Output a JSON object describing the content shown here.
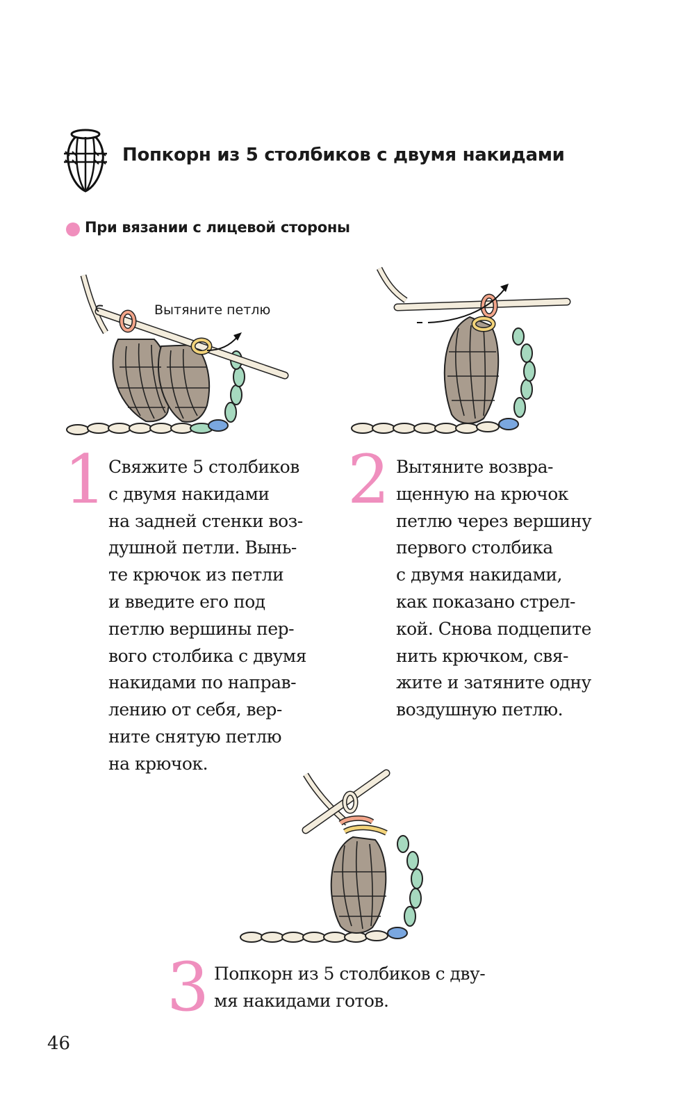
{
  "header": {
    "icon": "popcorn-stitch-symbol-icon",
    "title": "Попкорн из 5 столбиков с двумя накидами",
    "subtitle": "При вязании с лицевой стороны"
  },
  "colors": {
    "accent_pink": "#ef8fbe",
    "stitch_gray": "#a99c8e",
    "yarn_cream": "#f3ecdc",
    "yarn_green": "#a6d9bf",
    "yarn_blue": "#7aa7e0",
    "yarn_yellow": "#f3d37a",
    "yarn_orange": "#f3a58a"
  },
  "illustration1": {
    "label": "Вытяните петлю"
  },
  "steps": [
    {
      "number": "1",
      "lines": [
        "Свяжите 5 столбиков",
        "с двумя накидами",
        "на задней стенки воз-",
        "душной петли. Вынь-",
        "те крючок из петли",
        "и введите его под",
        "петлю вершины пер-",
        "вого столбика с двумя",
        "накидами по направ-",
        "лению от себя, вер-",
        "ните снятую петлю",
        "на крючок."
      ]
    },
    {
      "number": "2",
      "lines": [
        "Вытяните возвра-",
        "щенную на крючок",
        "петлю через вершину",
        "первого столбика",
        "с двумя накидами,",
        "как показано стрел-",
        "кой. Снова подцепите",
        "нить крючком, свя-",
        "жите и затяните одну",
        "воздушную петлю."
      ]
    },
    {
      "number": "3",
      "lines": [
        "Попкорн из 5 столбиков с дву-",
        "мя накидами готов."
      ]
    }
  ],
  "page_number": "46"
}
